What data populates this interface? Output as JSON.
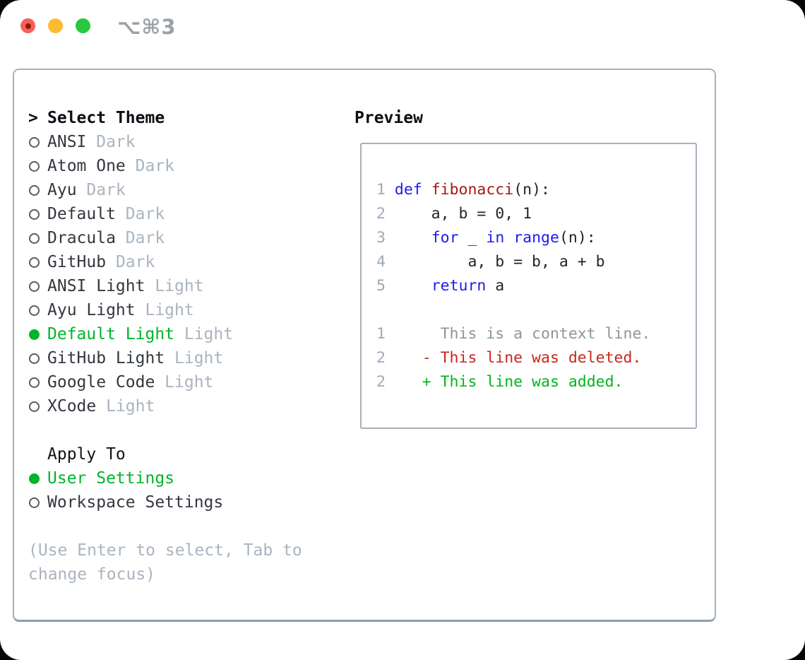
{
  "titlebar": {
    "title": "⌥⌘3",
    "buttons": [
      {
        "name": "close",
        "color": "#f95f57"
      },
      {
        "name": "minimize",
        "color": "#fdbc2f"
      },
      {
        "name": "zoom",
        "color": "#29c83f"
      }
    ]
  },
  "colors": {
    "light-red": "#f95f57",
    "light-yellow": "#fdbc2f",
    "light-green": "#29c83f",
    "accent-green": "#00b42a",
    "muted": "#aab4bf",
    "item-text": "#33383f",
    "panel-border": "#a8b1bb",
    "box-border": "#a8b1bb",
    "line-number": "#9fa9b6",
    "syntax-keyword": "#1c1cf0",
    "syntax-function": "#a61717",
    "syntax-plain": "#1f2328",
    "diff-context": "#8e959d",
    "diff-deleted": "#c9261a",
    "diff-added": "#00b517"
  },
  "theme_list": {
    "cursor": ">",
    "heading": "Select Theme",
    "items": [
      {
        "name": "ANSI",
        "variant": "Dark",
        "selected": false
      },
      {
        "name": "Atom One",
        "variant": "Dark",
        "selected": false
      },
      {
        "name": "Ayu",
        "variant": "Dark",
        "selected": false
      },
      {
        "name": "Default",
        "variant": "Dark",
        "selected": false
      },
      {
        "name": "Dracula",
        "variant": "Dark",
        "selected": false
      },
      {
        "name": "GitHub",
        "variant": "Dark",
        "selected": false
      },
      {
        "name": "ANSI Light",
        "variant": "Light",
        "selected": false
      },
      {
        "name": "Ayu Light",
        "variant": "Light",
        "selected": false
      },
      {
        "name": "Default Light",
        "variant": "Light",
        "selected": true
      },
      {
        "name": "GitHub Light",
        "variant": "Light",
        "selected": false
      },
      {
        "name": "Google Code",
        "variant": "Light",
        "selected": false
      },
      {
        "name": "XCode",
        "variant": "Light",
        "selected": false
      }
    ]
  },
  "apply_to": {
    "heading": "Apply To",
    "options": [
      {
        "name": "User Settings",
        "selected": true
      },
      {
        "name": "Workspace Settings",
        "selected": false
      }
    ]
  },
  "hint": "(Use Enter to select, Tab to change focus)",
  "preview": {
    "heading": "Preview",
    "code_lines": [
      {
        "num": "1",
        "segments": [
          {
            "t": " ",
            "c": "plain"
          },
          {
            "t": "def",
            "c": "keyword"
          },
          {
            "t": " ",
            "c": "plain"
          },
          {
            "t": "fibonacci",
            "c": "function"
          },
          {
            "t": "(n):",
            "c": "plain"
          }
        ]
      },
      {
        "num": "2",
        "segments": [
          {
            "t": "     a, b = 0, 1",
            "c": "plain"
          }
        ]
      },
      {
        "num": "3",
        "segments": [
          {
            "t": "     ",
            "c": "plain"
          },
          {
            "t": "for",
            "c": "keyword"
          },
          {
            "t": " _ ",
            "c": "plain"
          },
          {
            "t": "in",
            "c": "keyword"
          },
          {
            "t": " ",
            "c": "plain"
          },
          {
            "t": "range",
            "c": "keyword"
          },
          {
            "t": "(n):",
            "c": "plain"
          }
        ]
      },
      {
        "num": "4",
        "segments": [
          {
            "t": "         a, b = b, a + b",
            "c": "plain"
          }
        ]
      },
      {
        "num": "5",
        "segments": [
          {
            "t": "     ",
            "c": "plain"
          },
          {
            "t": "return",
            "c": "keyword"
          },
          {
            "t": " a",
            "c": "plain"
          }
        ]
      },
      {
        "num": "",
        "segments": []
      },
      {
        "num": "1",
        "segments": [
          {
            "t": "      This is a context line.",
            "c": "context"
          }
        ]
      },
      {
        "num": "2",
        "segments": [
          {
            "t": "    - This line was deleted.",
            "c": "deleted"
          }
        ]
      },
      {
        "num": "2",
        "segments": [
          {
            "t": "    + This line was added.",
            "c": "added"
          }
        ]
      }
    ]
  }
}
